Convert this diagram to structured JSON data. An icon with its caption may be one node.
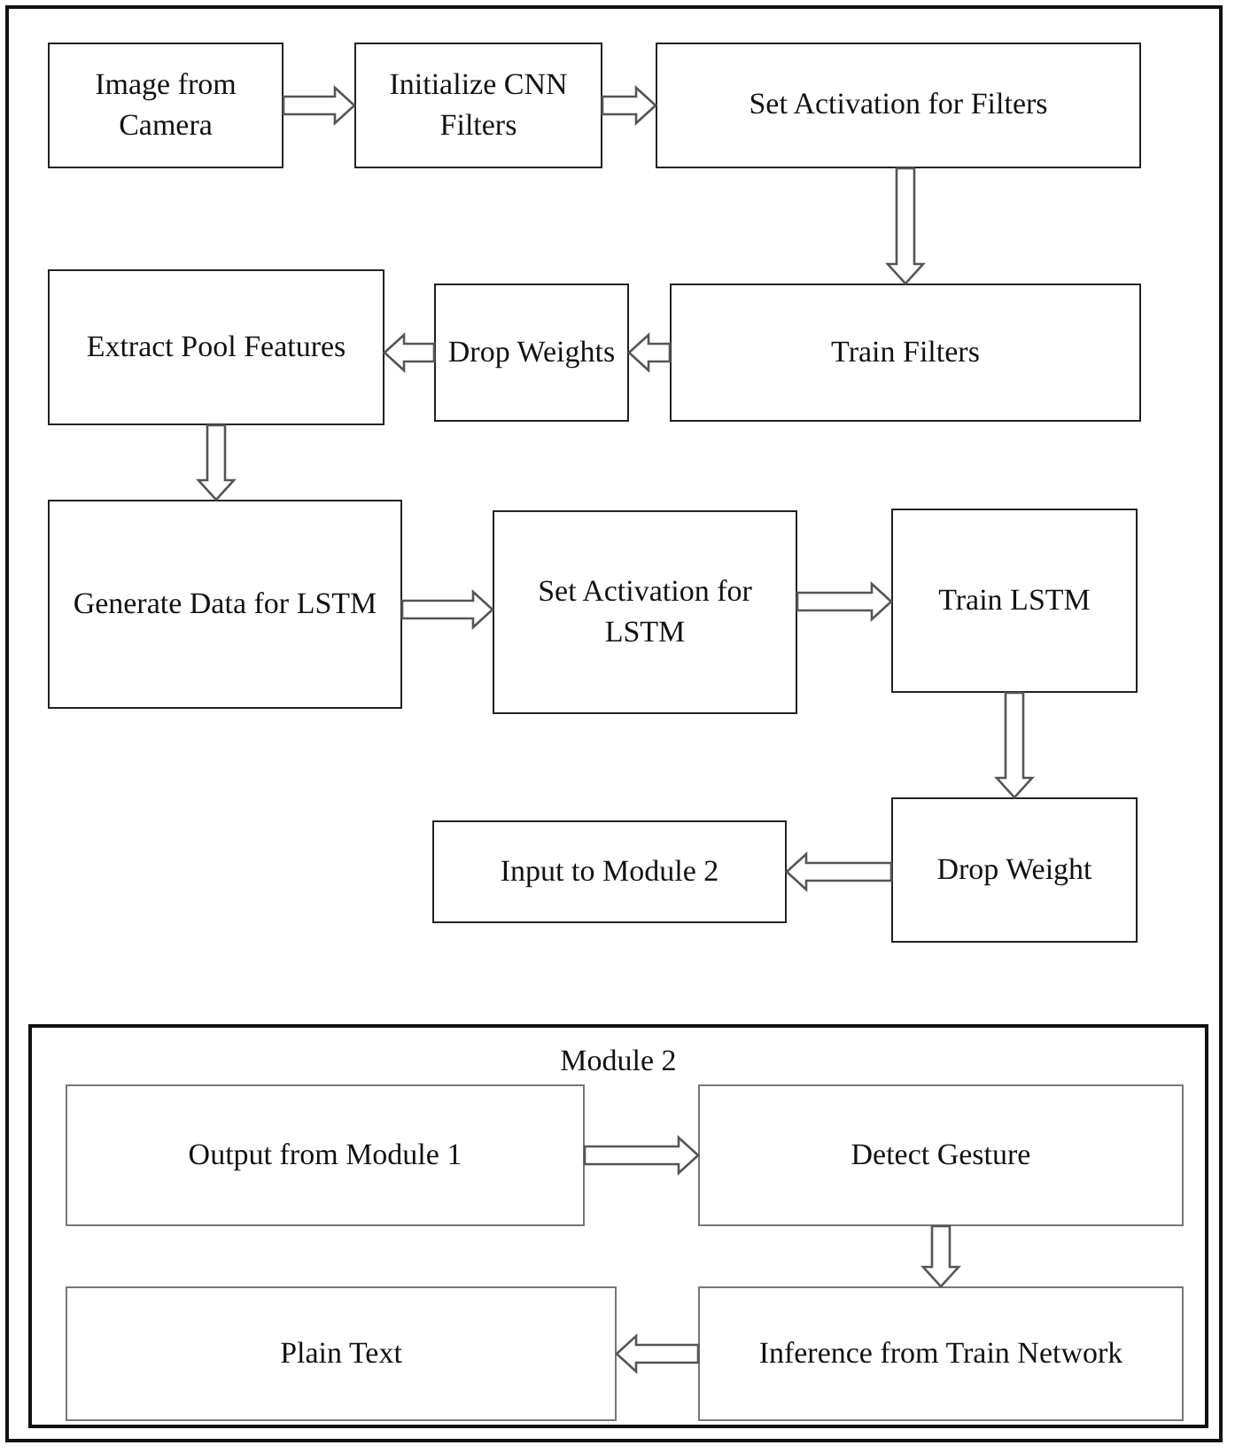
{
  "diagram": {
    "nodes": [
      {
        "text": [
          "Image from Camera"
        ]
      },
      {
        "text": [
          "Initialize CNN Filters"
        ]
      },
      {
        "text": [
          "Set Activation for Filters"
        ]
      },
      {
        "text": [
          "Train Filters"
        ]
      },
      {
        "text": [
          "Drop Weights"
        ]
      },
      {
        "text": [
          "Extract Pool Features"
        ]
      },
      {
        "text": [
          "Generate Data for LSTM"
        ]
      },
      {
        "text": [
          "Set Activation for LSTM"
        ]
      },
      {
        "text": [
          "Train LSTM"
        ]
      },
      {
        "text": [
          "Drop Weight"
        ]
      },
      {
        "text": [
          "Input to Module 2"
        ]
      },
      {
        "text": [
          "Module 2"
        ]
      },
      {
        "text": [
          "Output from Module 1"
        ],
        "in": 11
      },
      {
        "text": [
          "Detect Gesture"
        ],
        "in": 11
      },
      {
        "text": [
          "Inference from Train Network"
        ],
        "in": 11
      },
      {
        "text": [
          "Plain Text"
        ],
        "in": 11
      }
    ],
    "edges": [
      {
        "from": 0,
        "to": 1,
        "arrow": "to"
      },
      {
        "from": 1,
        "to": 2,
        "arrow": "to"
      },
      {
        "from": 2,
        "to": 3,
        "arrow": "to"
      },
      {
        "from": 3,
        "to": 4,
        "arrow": "to"
      },
      {
        "from": 4,
        "to": 5,
        "arrow": "to"
      },
      {
        "from": 5,
        "to": 6,
        "arrow": "to"
      },
      {
        "from": 6,
        "to": 7,
        "arrow": "to"
      },
      {
        "from": 7,
        "to": 8,
        "arrow": "to"
      },
      {
        "from": 8,
        "to": 9,
        "arrow": "to"
      },
      {
        "from": 9,
        "to": 10,
        "arrow": "to"
      },
      {
        "from": 12,
        "to": 13,
        "arrow": "to"
      },
      {
        "from": 13,
        "to": 14,
        "arrow": "to"
      },
      {
        "from": 14,
        "to": 15,
        "arrow": "to"
      }
    ]
  }
}
